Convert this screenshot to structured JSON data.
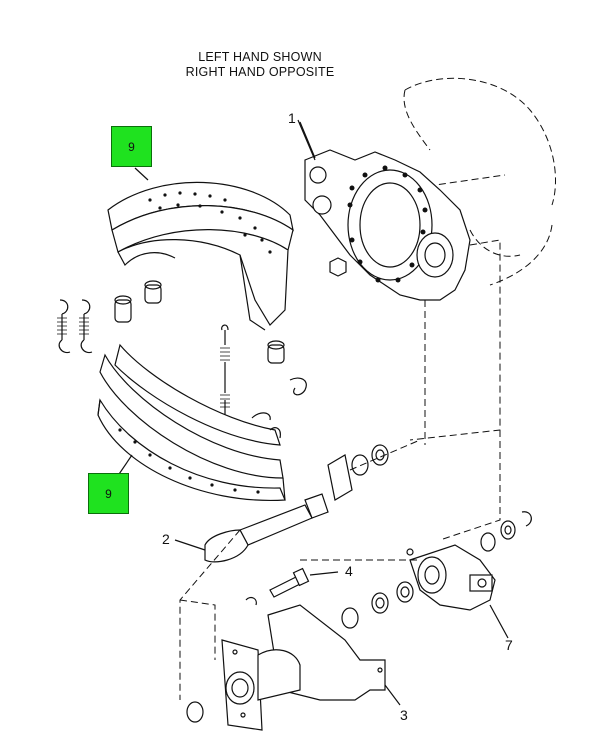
{
  "header": {
    "line1": "LEFT HAND SHOWN",
    "line2": "RIGHT HAND OPPOSITE"
  },
  "callouts": {
    "spider": "1",
    "camshaft": "2",
    "bracket": "3",
    "bolt": "4",
    "slack_adjuster": "7"
  },
  "green_tags": {
    "upper_shoe": "9",
    "lower_shoe": "9"
  },
  "colors": {
    "tag_fill": "#1fe21f",
    "line": "#111111"
  }
}
